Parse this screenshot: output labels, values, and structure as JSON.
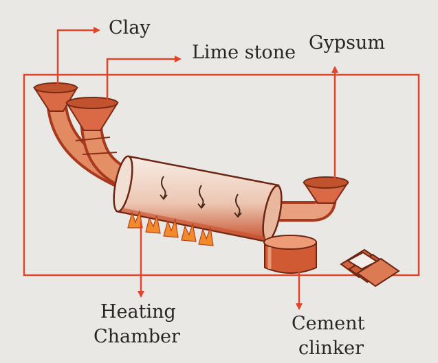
{
  "labels": {
    "clay": "Clay",
    "lime_stone": "Lime stone",
    "gypsum": "Gypsum",
    "heating_line1": "Heating",
    "heating_line2": "Chamber",
    "cement_line1": "Cement",
    "cement_line2": "clinker"
  },
  "colors": {
    "background": "#e9e8e4",
    "arrow": "#e0452b",
    "pipe": "#d96a45",
    "pipe_dark": "#a8391f",
    "flame": "#f08a2a",
    "text": "#2a2622"
  }
}
